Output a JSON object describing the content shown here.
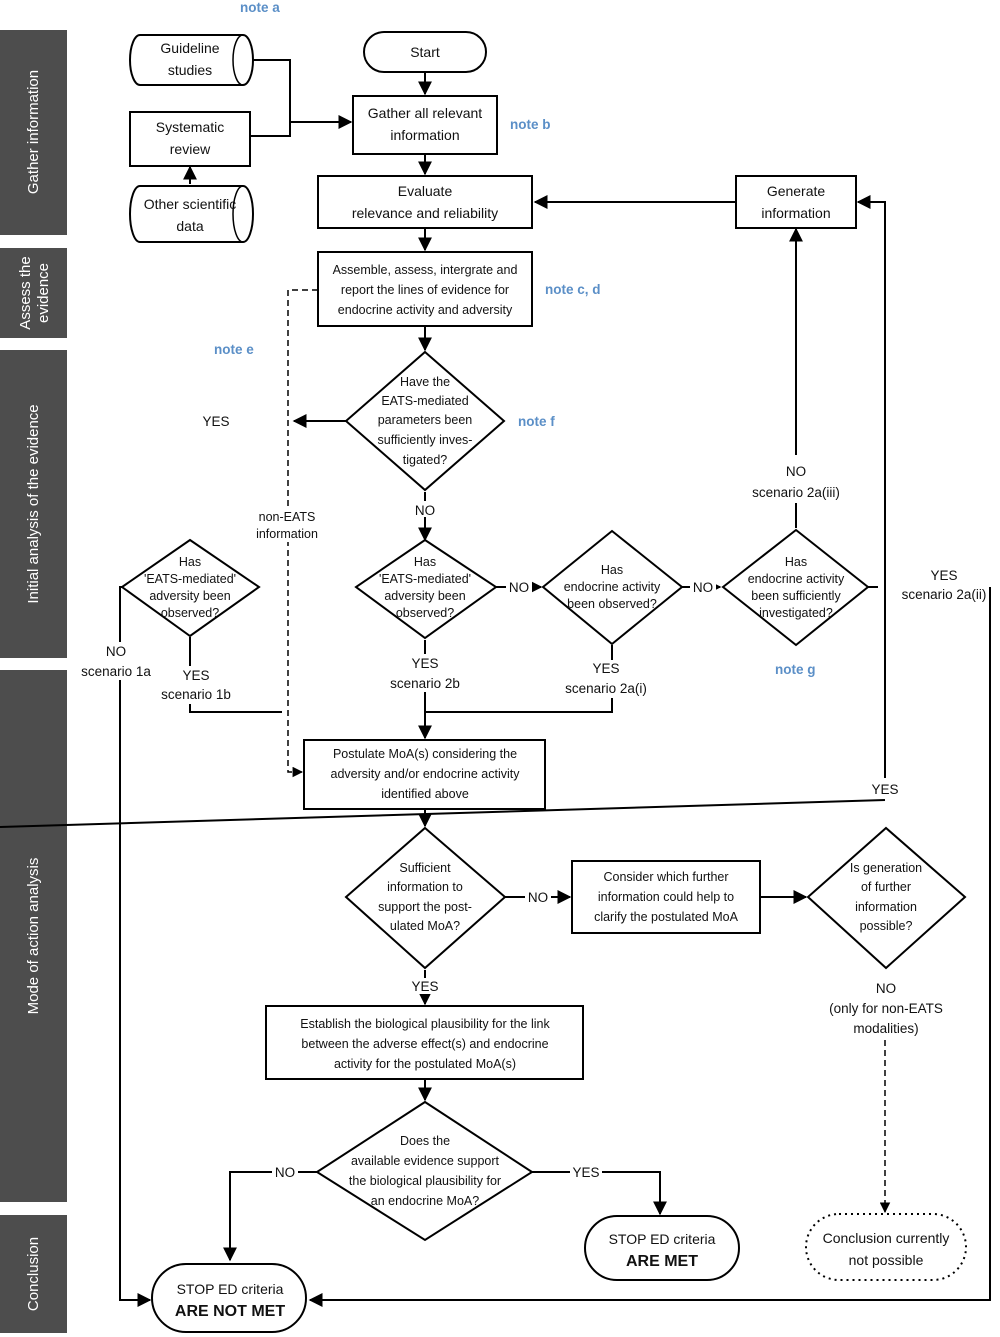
{
  "sidebar": {
    "gather": "Gather information",
    "assess_l1": "Assess the",
    "assess_l2": "evidence",
    "initial": "Initial analysis of the evidence",
    "moa": "Mode of action analysis",
    "conclusion": "Conclusion"
  },
  "notes": {
    "a": "note a",
    "b": "note b",
    "cd": "note c, d",
    "e": "note e",
    "f": "note f",
    "g": "note g"
  },
  "sources": {
    "guideline_l1": "Guideline",
    "guideline_l2": "studies",
    "systematic_l1": "Systematic",
    "systematic_l2": "review",
    "other_l1": "Other scientific",
    "other_l2": "data"
  },
  "nodes": {
    "start": "Start",
    "gather_l1": "Gather all relevant",
    "gather_l2": "information",
    "evaluate_l1": "Evaluate",
    "evaluate_l2": "relevance and reliability",
    "generate_l1": "Generate",
    "generate_l2": "information",
    "assemble_l1": "Assemble, assess, intergrate and",
    "assemble_l2": "report the lines of evidence for",
    "assemble_l3": "endocrine activity and adversity",
    "q_eats_l1": "Have the",
    "q_eats_l2": "EATS-mediated",
    "q_eats_l3": "parameters been",
    "q_eats_l4": "sufficiently  inves-",
    "q_eats_l5": "tigated?",
    "q_adv1_l1": "Has",
    "q_adv1_l2": "'EATS-mediated'",
    "q_adv1_l3": "adversity been",
    "q_adv1_l4": "observed?",
    "q_adv2_l1": "Has",
    "q_adv2_l2": "'EATS-mediated'",
    "q_adv2_l3": "adversity been",
    "q_adv2_l4": "observed?",
    "q_ea_l1": "Has",
    "q_ea_l2": "endocrine activity",
    "q_ea_l3": "been observed?",
    "q_eai_l1": "Has",
    "q_eai_l2": "endocrine activity",
    "q_eai_l3": "been sufficiently",
    "q_eai_l4": "investigated?",
    "postulate_l1": "Postulate MoA(s) considering the",
    "postulate_l2": "adversity and/or endocrine activity",
    "postulate_l3": "identified above",
    "q_suff_l1": "Sufficient",
    "q_suff_l2": "information to",
    "q_suff_l3": "support the post-",
    "q_suff_l4": "ulated MoA?",
    "consider_l1": "Consider which further",
    "consider_l2": "information could help to",
    "consider_l3": "clarify the postulated MoA",
    "q_gen_l1": "Is generation",
    "q_gen_l2": "of further",
    "q_gen_l3": "information",
    "q_gen_l4": "possible?",
    "establish_l1": "Establish the biological plausibility for the link",
    "establish_l2": "between the adverse effect(s) and endocrine",
    "establish_l3": "activity for the postulated MoA(s)",
    "q_bio_l1": "Does the",
    "q_bio_l2": "available evidence support",
    "q_bio_l3": "the biological plausibility for",
    "q_bio_l4": "an endocrine MoA?",
    "met_l1": "STOP ED criteria",
    "met_l2": "ARE MET",
    "notmet_l1": "STOP ED criteria",
    "notmet_l2": "ARE NOT MET",
    "noconc_l1": "Conclusion currently",
    "noconc_l2": "not possible"
  },
  "labels": {
    "yes_left": "YES",
    "no_main": "NO",
    "non_eats_l1": "non-EATS",
    "non_eats_l2": "information",
    "no_s1a_l1": "NO",
    "no_s1a_l2": "scenario 1a",
    "yes_s1b_l1": "YES",
    "yes_s1b_l2": "scenario 1b",
    "yes_s2b_l1": "YES",
    "yes_s2b_l2": "scenario 2b",
    "no_mid1": "NO",
    "no_mid2": "NO",
    "yes_s2ai_l1": "YES",
    "yes_s2ai_l2": "scenario 2a(i)",
    "no_s2aiii_l1": "NO",
    "no_s2aiii_l2": "scenario 2a(iii)",
    "yes_s2aii_l1": "YES",
    "yes_s2aii_l2": "scenario 2a(ii)",
    "no_suff": "NO",
    "yes_suff": "YES",
    "yes_gen": "YES",
    "no_gen_l1": "NO",
    "no_gen_l2": "(only for non-EATS",
    "no_gen_l3": "modalities)",
    "no_bio": "NO",
    "yes_bio": "YES"
  }
}
